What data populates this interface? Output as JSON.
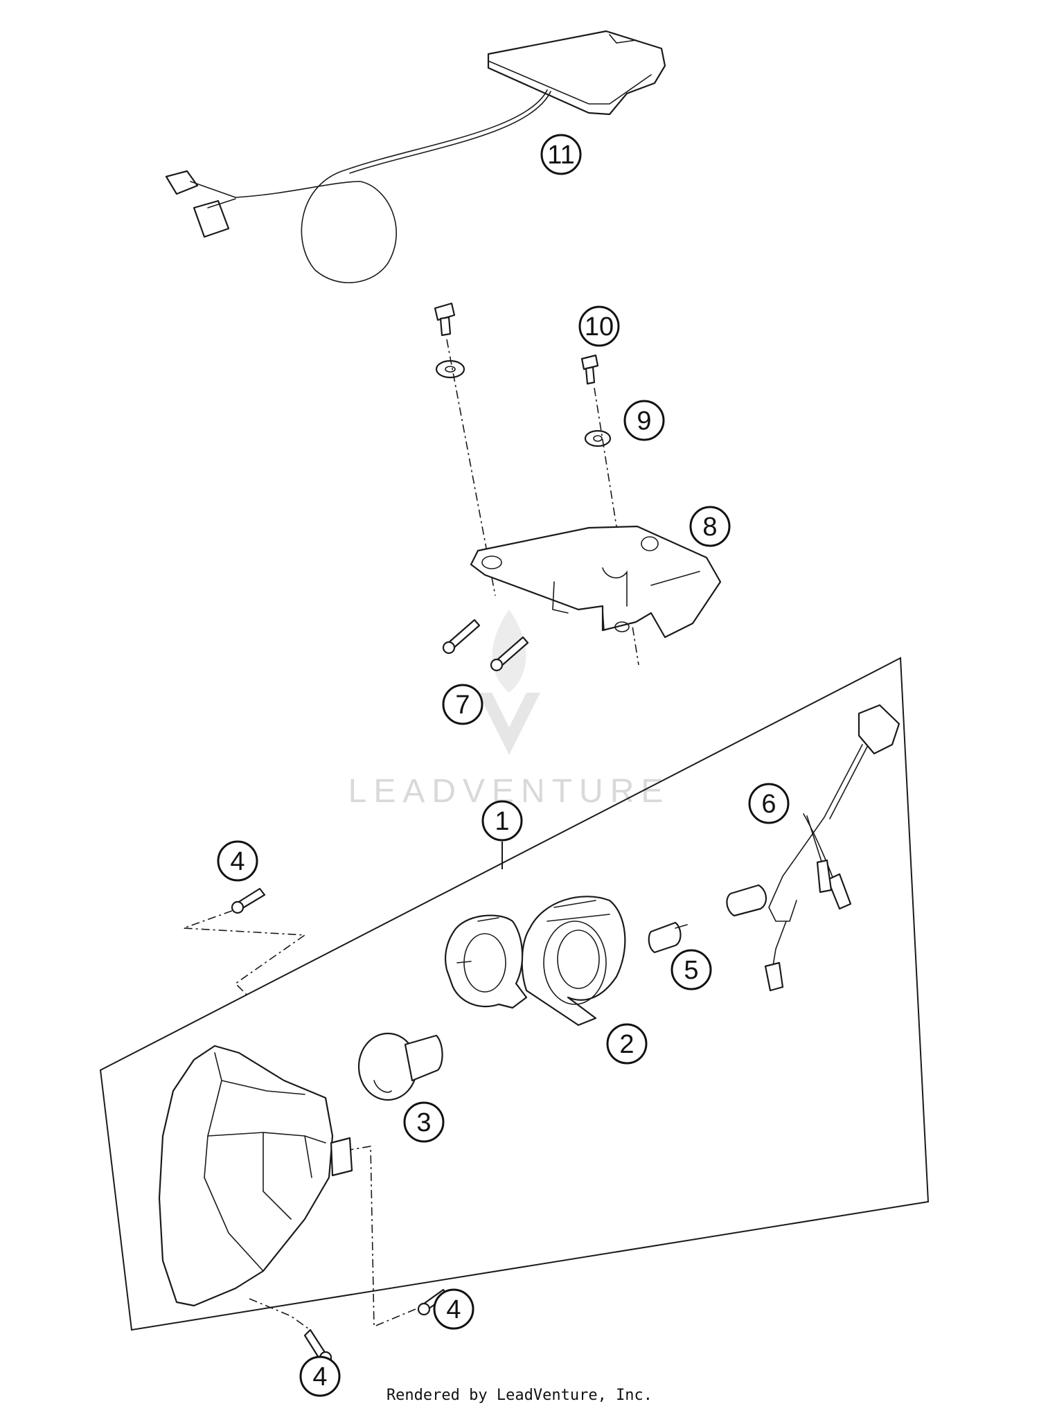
{
  "callouts": {
    "c1": "1",
    "c2": "2",
    "c3": "3",
    "c4a": "4",
    "c4b": "4",
    "c4c": "4",
    "c5": "5",
    "c6": "6",
    "c7": "7",
    "c8": "8",
    "c9": "9",
    "c10": "10",
    "c11": "11"
  },
  "watermark": {
    "text": "LEADVENTURE"
  },
  "footer": {
    "text": "Rendered by LeadVenture, Inc."
  },
  "colors": {
    "line": "#1a1a1a",
    "watermark": "#d9d9d9",
    "background": "#ffffff"
  }
}
